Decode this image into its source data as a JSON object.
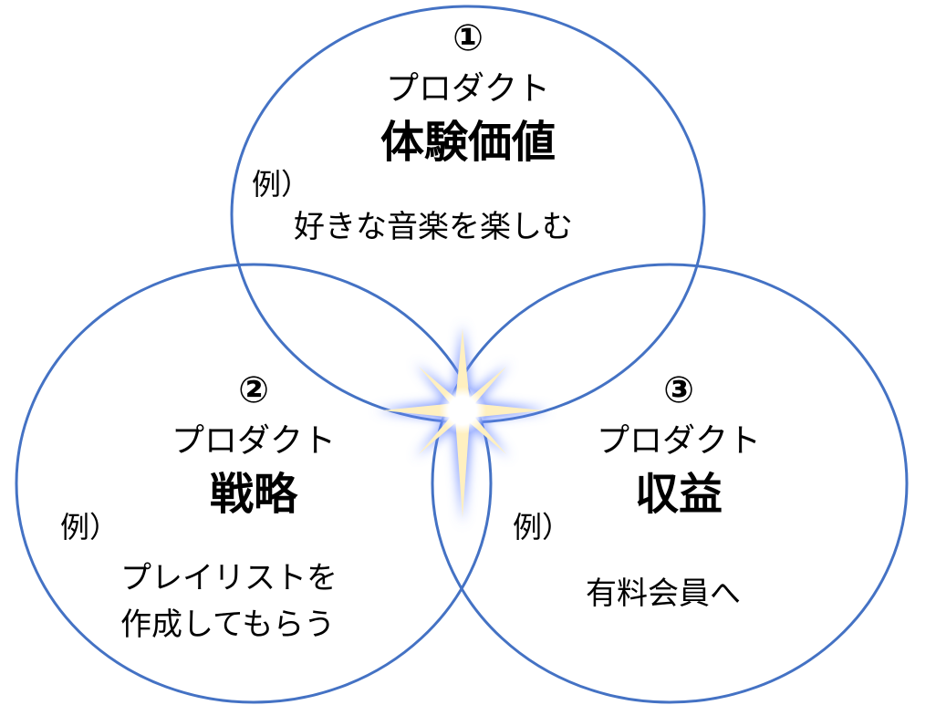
{
  "colors": {
    "circle_stroke": "#4472C4",
    "star_core": "#FFF4C8",
    "star_glow": "#6E8CFF"
  },
  "circles": [
    {
      "id": "experience",
      "number": "①",
      "subtitle": "プロダクト",
      "title": "体験価値",
      "example_label": "例）",
      "example_lines": [
        "好きな音楽を楽しむ"
      ]
    },
    {
      "id": "strategy",
      "number": "②",
      "subtitle": "プロダクト",
      "title": "戦略",
      "example_label": "例）",
      "example_lines": [
        "プレイリストを",
        "作成してもらう"
      ]
    },
    {
      "id": "revenue",
      "number": "③",
      "subtitle": "プロダクト",
      "title": "収益",
      "example_label": "例）",
      "example_lines": [
        "有料会員へ"
      ]
    }
  ],
  "center_icon": "sparkle-star-icon"
}
